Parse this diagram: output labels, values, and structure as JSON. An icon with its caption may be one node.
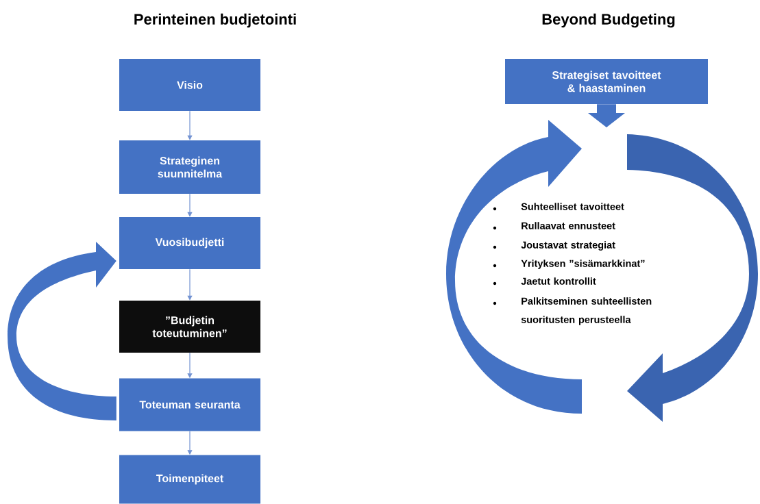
{
  "diagram": {
    "nodes": [
      {
        "text": [
          "Visio"
        ]
      },
      {
        "text": [
          "Strateginen suunnitelma"
        ]
      },
      {
        "text": [
          "Vuosibudjetti"
        ]
      },
      {
        "text": [
          "”Budjetin toteutuminen”"
        ]
      },
      {
        "text": [
          "Toteuman seuranta"
        ]
      },
      {
        "text": [
          "Toimenpiteet"
        ]
      },
      {
        "text": [
          "Strategiset tavoitteet & haastaminen"
        ]
      }
    ],
    "edges": [
      {
        "from": 0,
        "to": 1,
        "arrow": "to"
      },
      {
        "from": 1,
        "to": 2,
        "arrow": "to"
      },
      {
        "from": 2,
        "to": 3,
        "arrow": "to"
      },
      {
        "from": 3,
        "to": 4,
        "arrow": "to"
      },
      {
        "from": 4,
        "to": 5,
        "arrow": "to"
      },
      {
        "from": 4,
        "to": 2,
        "arrow": "to",
        "style": "thick"
      },
      {
        "from": 6,
        "to": null,
        "arrow": "to",
        "style": "thick"
      }
    ],
    "labels": [
      "Perinteinen budjetointi",
      "Beyond Budgeting",
      "Suhteelliset tavoitteet",
      "Rullaavat ennusteet",
      "Joustavat strategiat",
      "Yrityksen ”sisämarkkinat”",
      "Jaetut kontrollit",
      "Palkitseminen suhteellisten suoritusten perusteella"
    ]
  }
}
